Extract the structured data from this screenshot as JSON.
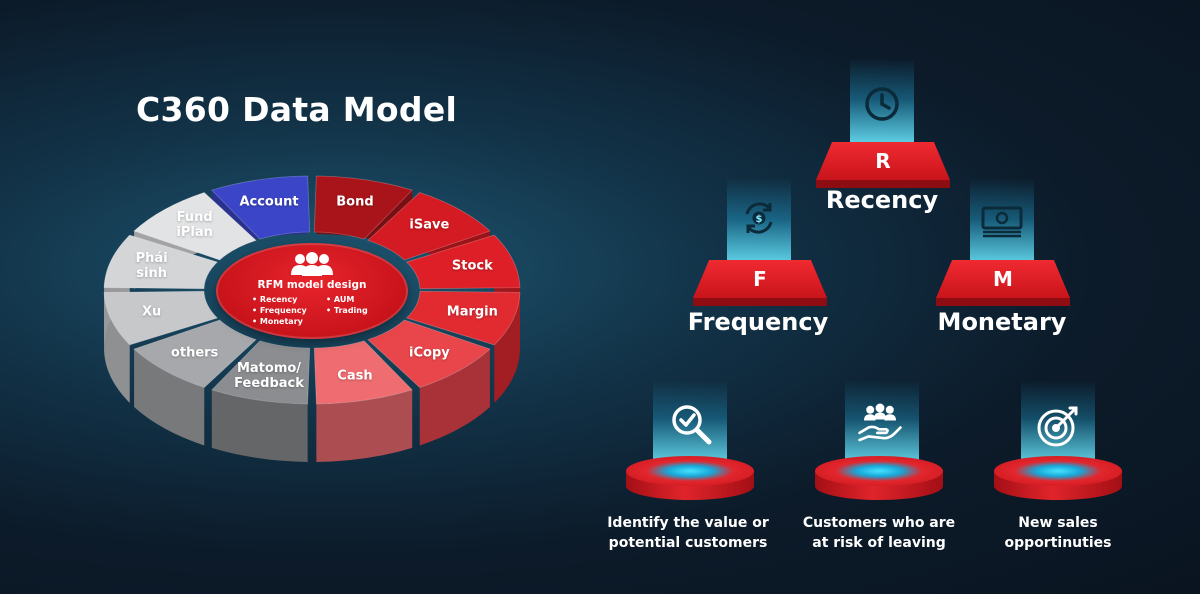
{
  "title": "C360 Data Model",
  "wheel": {
    "segments": [
      {
        "label": "Account",
        "color": "#3b45c8"
      },
      {
        "label": "Bond",
        "color": "#a8141a"
      },
      {
        "label": "iSave",
        "color": "#d41a22"
      },
      {
        "label": "Stock",
        "color": "#de1f27"
      },
      {
        "label": "Margin",
        "color": "#e22a31"
      },
      {
        "label": "iCopy",
        "color": "#e9464c"
      },
      {
        "label": "Cash",
        "color": "#ef6d70"
      },
      {
        "label": "Matomo/\nFeedback",
        "color": "#8b8d90"
      },
      {
        "label": "others",
        "color": "#a6a8ab"
      },
      {
        "label": "Xu",
        "color": "#c7c8ca"
      },
      {
        "label": "Phái\nsinh",
        "color": "#d4d5d7"
      },
      {
        "label": "Fund\niPlan",
        "color": "#e2e3e4"
      }
    ],
    "hub": {
      "title": "RFM model design",
      "list_left": [
        "Recency",
        "Frequency",
        "Monetary"
      ],
      "list_right": [
        "AUM",
        "Trading"
      ],
      "icon": "people-group-icon"
    }
  },
  "rfm": {
    "recency": {
      "letter": "R",
      "word": "Recency",
      "icon": "clock-icon"
    },
    "frequency": {
      "letter": "F",
      "word": "Frequency",
      "icon": "cycle-money-icon"
    },
    "monetary": {
      "letter": "M",
      "word": "Monetary",
      "icon": "banknote-icon"
    }
  },
  "outcomes": [
    {
      "label": "Identify the value or\npotential customers",
      "icon": "search-check-icon"
    },
    {
      "label": "Customers who are\nat risk of leaving",
      "icon": "hand-people-icon"
    },
    {
      "label": "New sales\nopportinuties",
      "icon": "target-icon"
    }
  ],
  "colors": {
    "accent_red": "#e0242b",
    "glow_cyan": "#3fd9ff",
    "background": "#0f2536"
  }
}
